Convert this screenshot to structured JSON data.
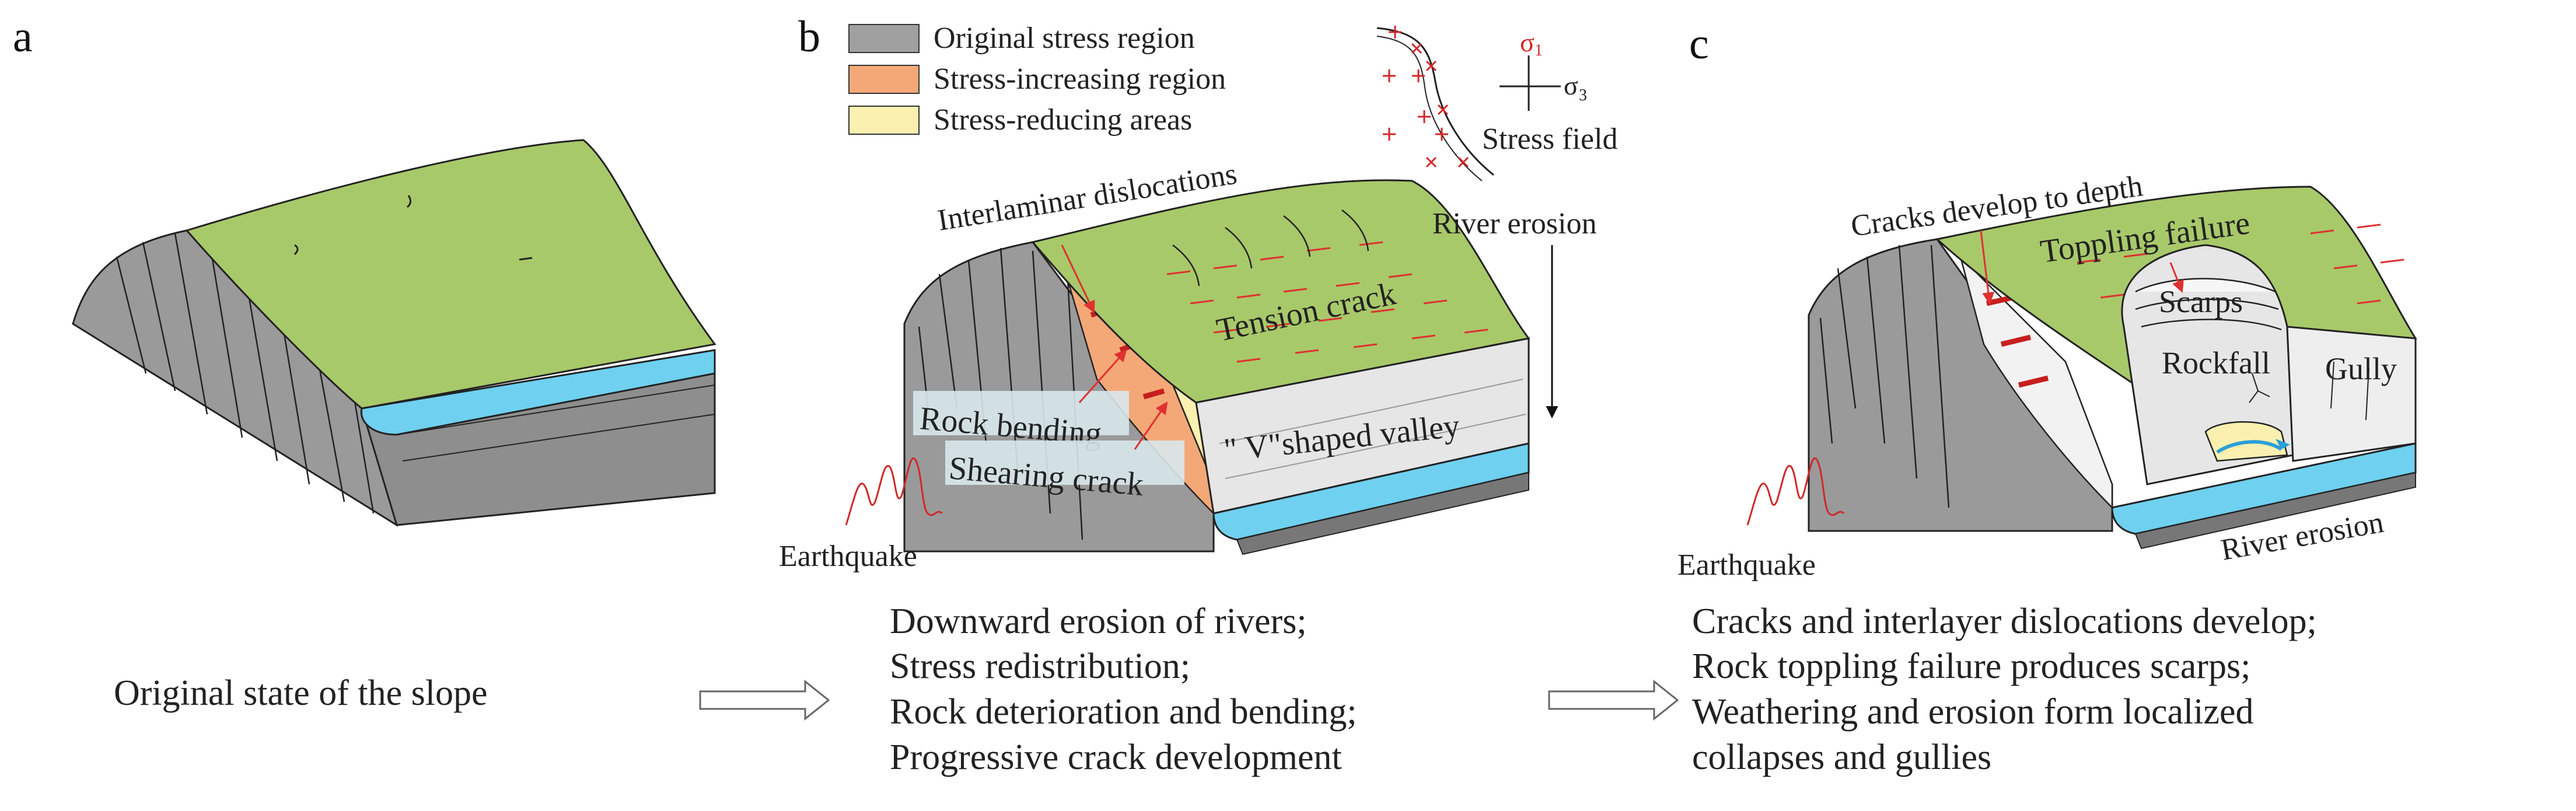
{
  "panels": {
    "a": "a",
    "b": "b",
    "c": "c"
  },
  "colors": {
    "rock": "#9a9a9a",
    "rock_dark": "#8c8c8c",
    "slope_top": "#a8c96a",
    "river": "#6fd0f0",
    "stress_increasing": "#f5a877",
    "stress_reducing": "#fbf0b0",
    "valley": "#e6e6e6",
    "crack": "#e03030"
  },
  "legend": {
    "original": "Original stress region",
    "increasing": "Stress-increasing region",
    "reducing": "Stress-reducing areas"
  },
  "stress_field": {
    "sigma1": "σ",
    "sigma1_sub": "1",
    "sigma3": "σ",
    "sigma3_sub": "3",
    "label": "Stress field"
  },
  "panel_b": {
    "interlaminar": "Interlaminar dislocations",
    "river_erosion": "River erosion",
    "tension_crack": "Tension crack",
    "rock_bending": "Rock bending",
    "shearing_crack": "Shearing crack",
    "v_valley": "\" V\"shaped valley",
    "earthquake": "Earthquake"
  },
  "panel_c": {
    "cracks_depth": "Cracks develop to depth",
    "toppling": "Toppling failure",
    "scarps": "Scarps",
    "rockfall": "Rockfall",
    "gully": "Gully",
    "river_erosion": "River erosion",
    "earthquake": "Earthquake"
  },
  "captions": {
    "a": "Original state of the slope",
    "b": [
      "Downward erosion of rivers;",
      "Stress redistribution;",
      "Rock deterioration and bending;",
      "Progressive crack development"
    ],
    "c": [
      "Cracks and interlayer dislocations develop;",
      "Rock toppling failure produces scarps;",
      "Weathering and erosion form localized",
      "collapses and gullies"
    ]
  }
}
